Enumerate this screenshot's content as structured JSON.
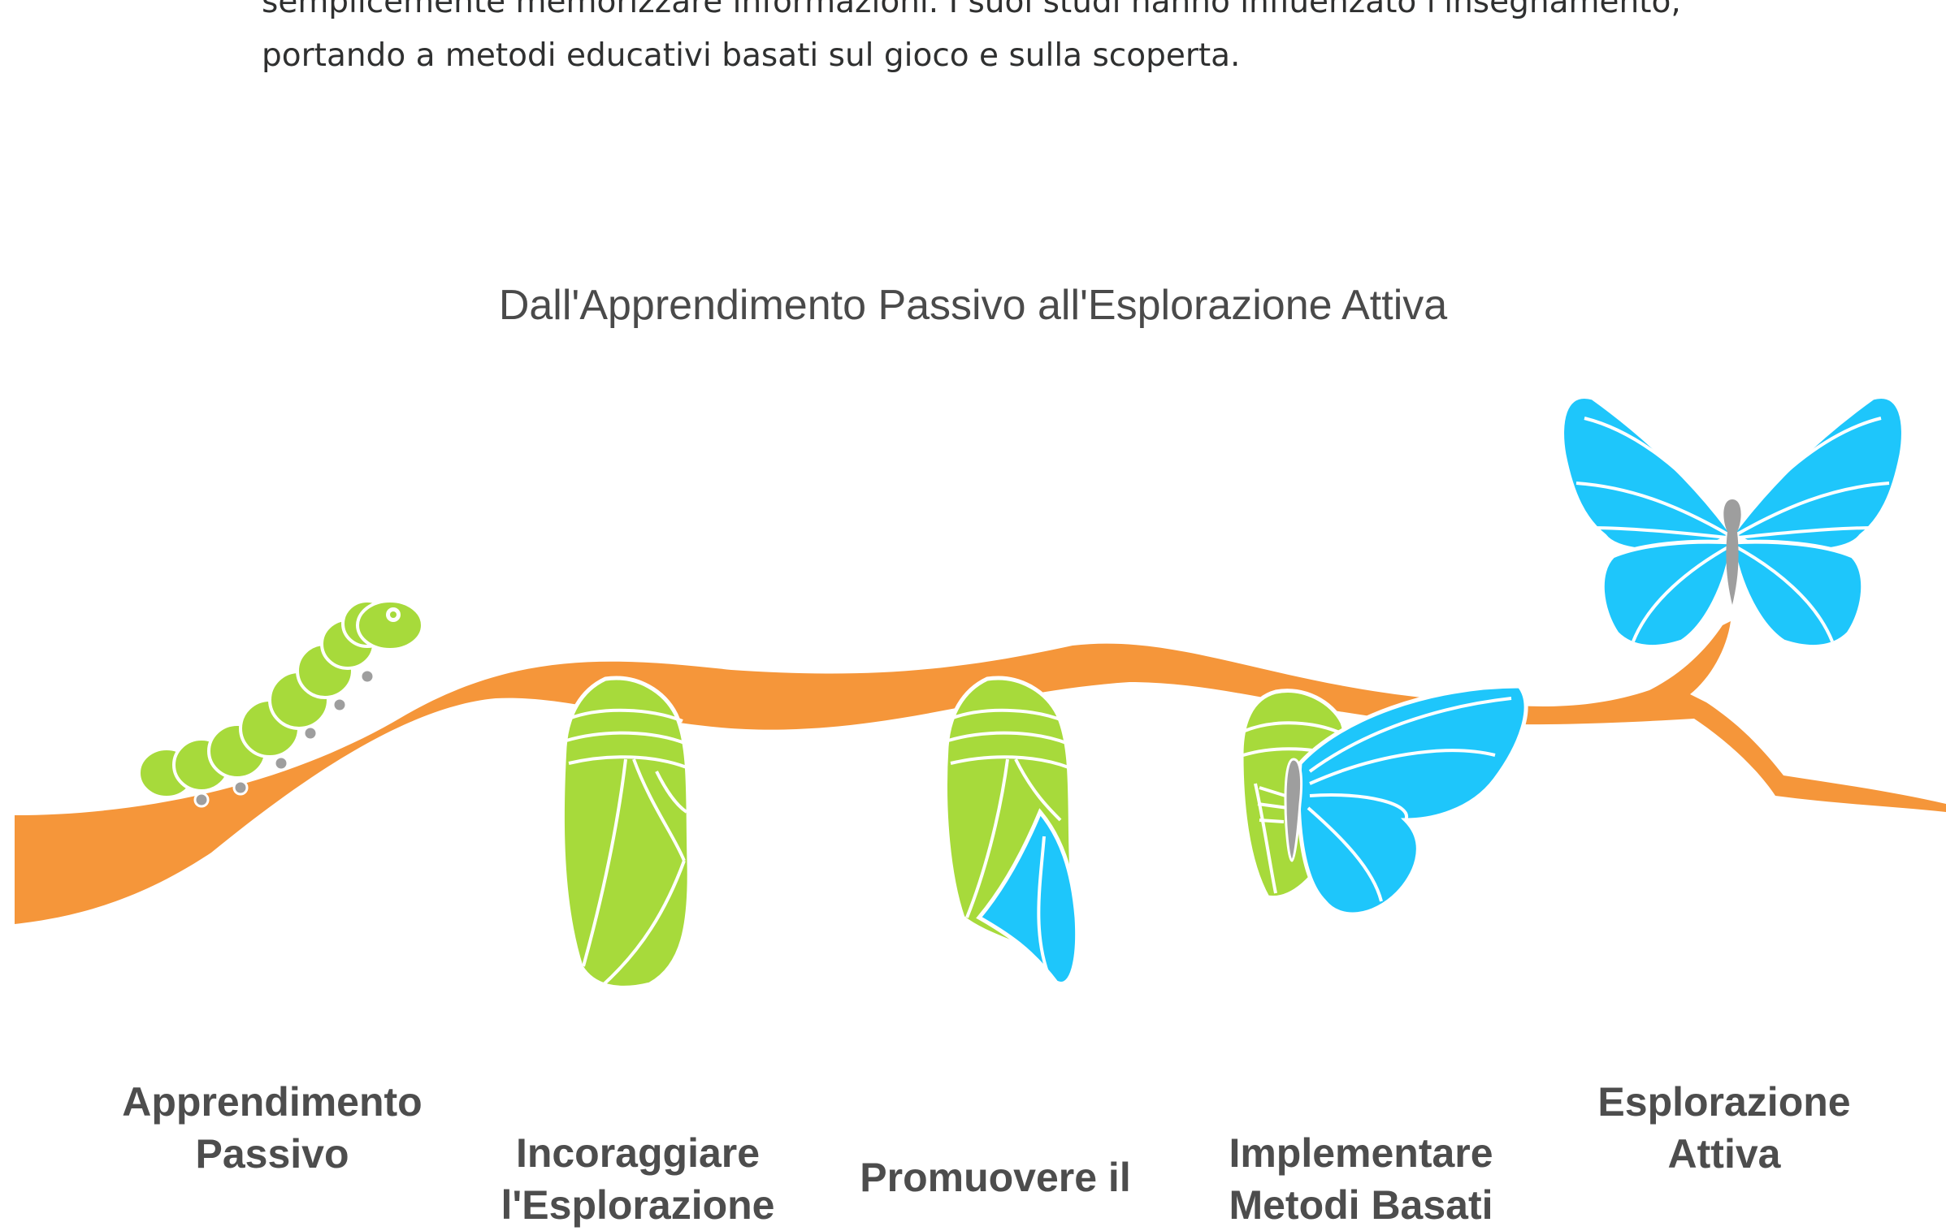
{
  "intro_text": {
    "line1": "semplicemente memorizzare informazioni. I suoi studi hanno influenzato l'insegnamento,",
    "line2": "portando a metodi educativi basati sul gioco e sulla scoperta."
  },
  "diagram": {
    "title": "Dall'Apprendimento Passivo all'Esplorazione Attiva",
    "stages": [
      {
        "line1": "Apprendimento",
        "line2": "Passivo"
      },
      {
        "line1": "Incoraggiare",
        "line2": "l'Esplorazione"
      },
      {
        "line1": "Promuovere il",
        "line2": ""
      },
      {
        "line1": "Implementare",
        "line2": "Metodi Basati"
      },
      {
        "line1": "Esplorazione",
        "line2": "Attiva"
      }
    ],
    "colors": {
      "branch": "#F5963A",
      "caterpillar": "#A7DA3B",
      "wing": "#1EC6FB",
      "body": "#9E9E9E",
      "text": "#4D4D4D"
    }
  }
}
